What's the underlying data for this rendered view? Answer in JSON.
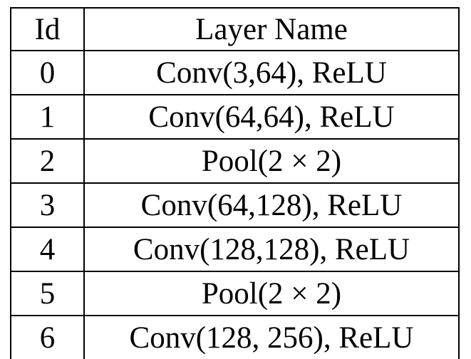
{
  "table": {
    "headers": [
      "Id",
      "Layer Name"
    ],
    "rows": [
      {
        "id": "0",
        "name": "Conv(3,64), ReLU"
      },
      {
        "id": "1",
        "name": "Conv(64,64), ReLU"
      },
      {
        "id": "2",
        "name": "Pool(2 × 2)"
      },
      {
        "id": "3",
        "name": "Conv(64,128), ReLU"
      },
      {
        "id": "4",
        "name": "Conv(128,128), ReLU"
      },
      {
        "id": "5",
        "name": "Pool(2 × 2)"
      },
      {
        "id": "6",
        "name": "Conv(128, 256), ReLU"
      }
    ]
  }
}
